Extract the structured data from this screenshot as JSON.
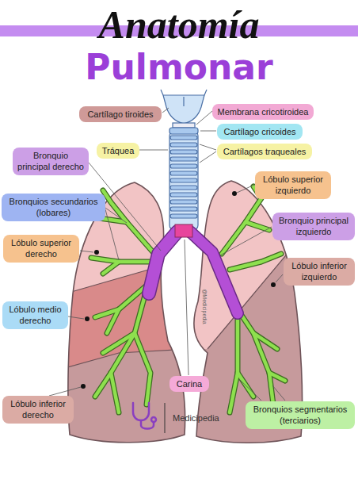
{
  "diagram": {
    "title": "Anatomía Pulmonar",
    "nodes": [
      {
        "text": [
          "Cartílago tiroides"
        ]
      },
      {
        "text": [
          "Membrana cricotiroidea"
        ]
      },
      {
        "text": [
          "Cartílago cricoides"
        ]
      },
      {
        "text": [
          "Tráquea"
        ]
      },
      {
        "text": [
          "Cartílagos traqueales"
        ]
      },
      {
        "text": [
          "Bronquio principal derecho"
        ]
      },
      {
        "text": [
          "Lóbulo superior izquierdo"
        ]
      },
      {
        "text": [
          "Bronquios secundarios (lobares)"
        ]
      },
      {
        "text": [
          "Bronquio principal izquierdo"
        ]
      },
      {
        "text": [
          "Lóbulo superior derecho"
        ]
      },
      {
        "text": [
          "Lóbulo inferior izquierdo"
        ]
      },
      {
        "text": [
          "Lóbulo medio derecho"
        ]
      },
      {
        "text": [
          "Carina"
        ]
      },
      {
        "text": [
          "Lóbulo inferior derecho"
        ]
      },
      {
        "text": [
          "Bronquios segmentarios (terciarios)"
        ]
      }
    ],
    "labels": [
      "@Medicipedia",
      "Medicipedia"
    ]
  }
}
